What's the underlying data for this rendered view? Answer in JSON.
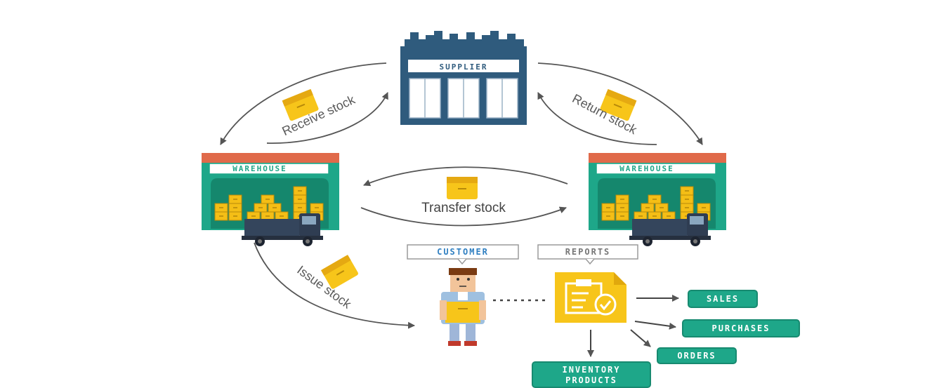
{
  "nodes": {
    "supplier": "SUPPLIER",
    "warehouse_left": "WAREHOUSE",
    "warehouse_right": "WAREHOUSE",
    "customer": "CUSTOMER",
    "reports": "REPORTS"
  },
  "flows": {
    "receive": "Receive stock",
    "return": "Return stock",
    "transfer": "Transfer stock",
    "issue": "Issue stock"
  },
  "outputs": {
    "sales": "SALES",
    "purchases": "PURCHASES",
    "orders": "ORDERS",
    "inventory_line1": "INVENTORY",
    "inventory_line2": "PRODUCTS"
  },
  "colors": {
    "teal": "#1ea789",
    "teal_light": "#2cc39f",
    "navy": "#2f5b7d",
    "brick": "#e06a4a",
    "yellow": "#f7c51a",
    "arrow": "#555555"
  },
  "icons": [
    "supplier-building-icon",
    "warehouse-icon",
    "delivery-truck-icon",
    "package-icon",
    "customer-person-icon",
    "report-clipboard-icon"
  ]
}
